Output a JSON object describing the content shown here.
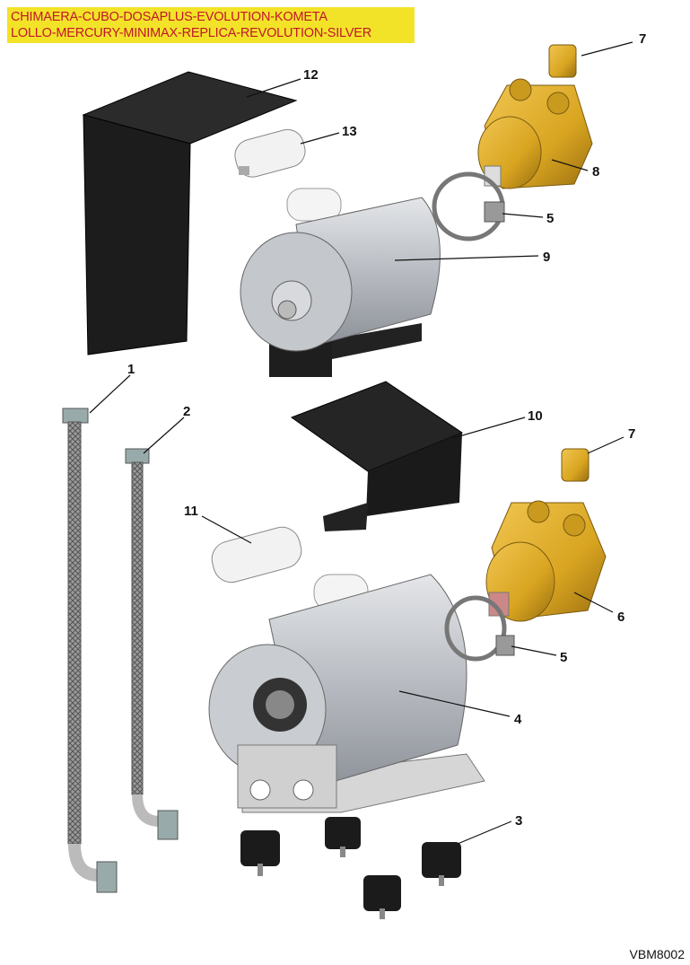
{
  "header": {
    "line1": "CHIMAERA-CUBO-DOSAPLUS-EVOLUTION-KOMETA",
    "line2": "LOLLO-MERCURY-MINIMAX-REPLICA-REVOLUTION-SILVER"
  },
  "callouts": {
    "c7a": "7",
    "c12": "12",
    "c13": "13",
    "c8": "8",
    "c5a": "5",
    "c9": "9",
    "c1": "1",
    "c2": "2",
    "c10": "10",
    "c7b": "7",
    "c11": "11",
    "c6": "6",
    "c5b": "5",
    "c4": "4",
    "c3": "3"
  },
  "drawing_code": "VBM8002",
  "colors": {
    "header_bg": "#f3e328",
    "header_text": "#c0172c",
    "brass": "#d9a521",
    "motor": "#b8bcc2"
  }
}
